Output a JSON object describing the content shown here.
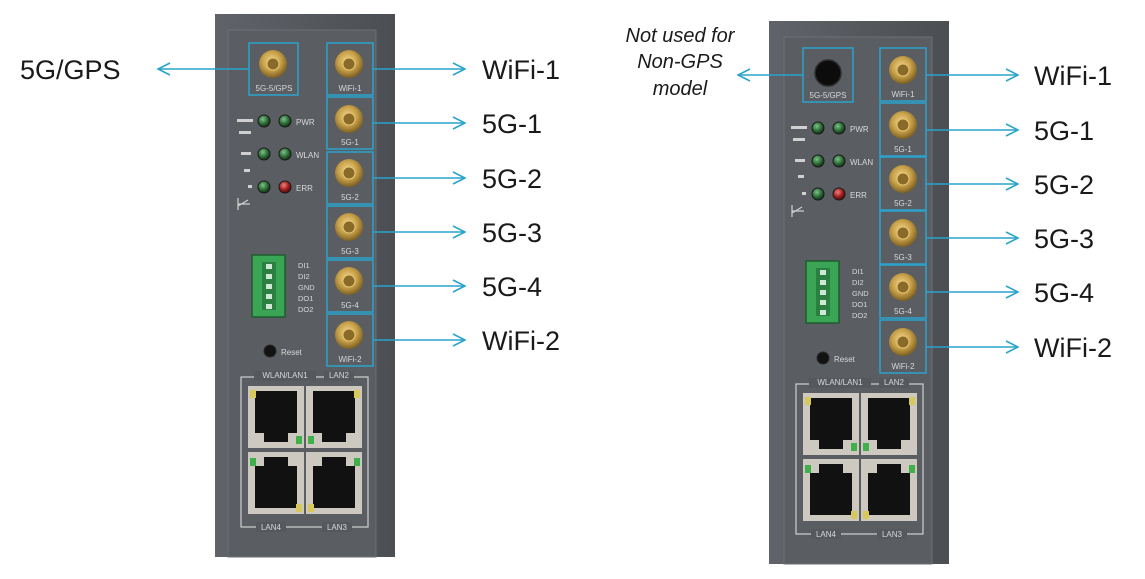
{
  "colors": {
    "panel": "#55585d",
    "panel_inner": "#4a4d52",
    "callout_line": "#2aa3cc",
    "antenna_gold": "#c8a24a",
    "led_green": "#2c6b34",
    "led_red": "#a11e1e",
    "terminal_green": "#3aa655"
  },
  "left": {
    "callouts": {
      "gps": "5G/GPS",
      "wifi1": "WiFi-1",
      "g1": "5G-1",
      "g2": "5G-2",
      "g3": "5G-3",
      "g4": "5G-4",
      "wifi2": "WiFi-2"
    },
    "device": {
      "port_gps": "5G-5/GPS",
      "port_wifi1": "WiFi-1",
      "port_g1": "5G-1",
      "port_g2": "5G-2",
      "port_g3": "5G-3",
      "port_g4": "5G-4",
      "port_wifi2": "WiFi-2",
      "led_pwr": "PWR",
      "led_wlan": "WLAN",
      "led_err": "ERR",
      "io_di1": "DI1",
      "io_di2": "DI2",
      "io_gnd": "GND",
      "io_do1": "DO1",
      "io_do2": "DO2",
      "reset": "Reset",
      "lan_tl": "WLAN/LAN1",
      "lan_tr": "LAN2",
      "lan_bl": "LAN4",
      "lan_br": "LAN3"
    }
  },
  "right": {
    "note_line1": "Not used for",
    "note_line2": "Non-GPS",
    "note_line3": "model",
    "callouts": {
      "wifi1": "WiFi-1",
      "g1": "5G-1",
      "g2": "5G-2",
      "g3": "5G-3",
      "g4": "5G-4",
      "wifi2": "WiFi-2"
    },
    "device": {
      "port_gps": "5G-5/GPS",
      "port_wifi1": "WiFi-1",
      "port_g1": "5G-1",
      "port_g2": "5G-2",
      "port_g3": "5G-3",
      "port_g4": "5G-4",
      "port_wifi2": "WiFi-2",
      "led_pwr": "PWR",
      "led_wlan": "WLAN",
      "led_err": "ERR",
      "io_di1": "DI1",
      "io_di2": "DI2",
      "io_gnd": "GND",
      "io_do1": "DO1",
      "io_do2": "DO2",
      "reset": "Reset",
      "lan_tl": "WLAN/LAN1",
      "lan_tr": "LAN2",
      "lan_bl": "LAN4",
      "lan_br": "LAN3"
    }
  }
}
